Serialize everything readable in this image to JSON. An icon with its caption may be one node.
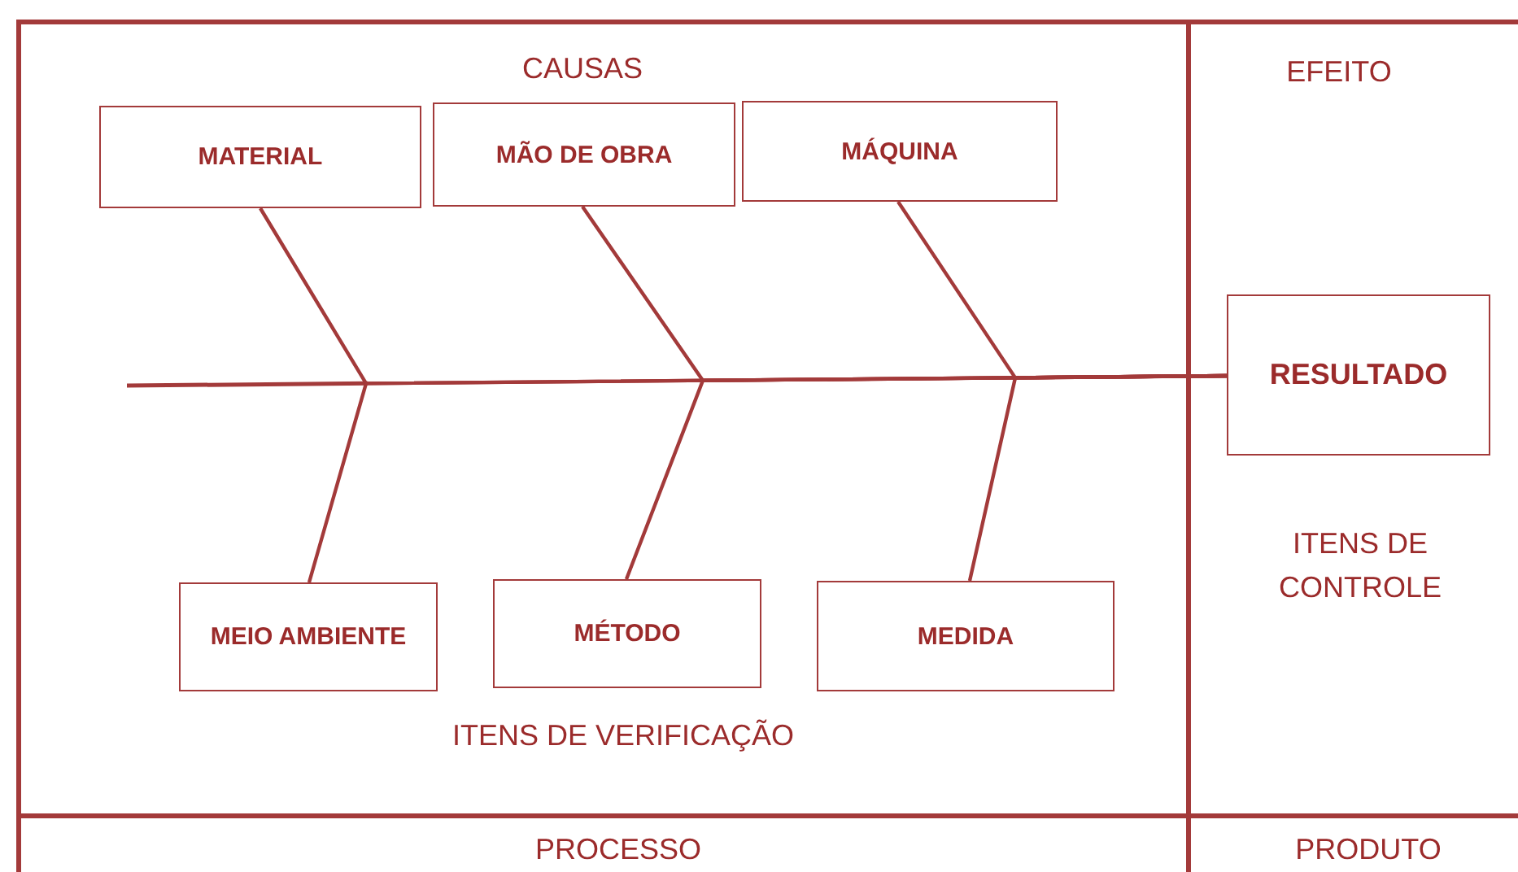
{
  "diagram": {
    "nodes": [
      {
        "text": [
          "CAUSAS",
          "ITENS DE VERIFICAÇÃO"
        ]
      },
      {
        "text": [
          "MATERIAL"
        ],
        "in": 0
      },
      {
        "text": [
          "MÃO DE OBRA"
        ],
        "in": 0
      },
      {
        "text": [
          "MÁQUINA"
        ],
        "in": 0
      },
      {
        "text": [
          "MEIO AMBIENTE"
        ],
        "in": 0
      },
      {
        "text": [
          "MÉTODO"
        ],
        "in": 0
      },
      {
        "text": [
          "MEDIDA"
        ],
        "in": 0
      },
      {
        "text": [
          "EFEITO",
          "ITENS DE CONTROLE"
        ]
      },
      {
        "text": [
          "RESULTADO"
        ],
        "in": 7
      },
      {
        "text": [
          "PROCESSO"
        ]
      },
      {
        "text": [
          "PRODUTO"
        ]
      }
    ],
    "edges": [
      {
        "from": 1,
        "to": 8,
        "arrow": "none"
      },
      {
        "from": 2,
        "to": 8,
        "arrow": "none"
      },
      {
        "from": 3,
        "to": 8,
        "arrow": "none"
      },
      {
        "from": 4,
        "to": 8,
        "arrow": "none"
      },
      {
        "from": 5,
        "to": 8,
        "arrow": "none"
      },
      {
        "from": 6,
        "to": 8,
        "arrow": "none"
      }
    ]
  }
}
